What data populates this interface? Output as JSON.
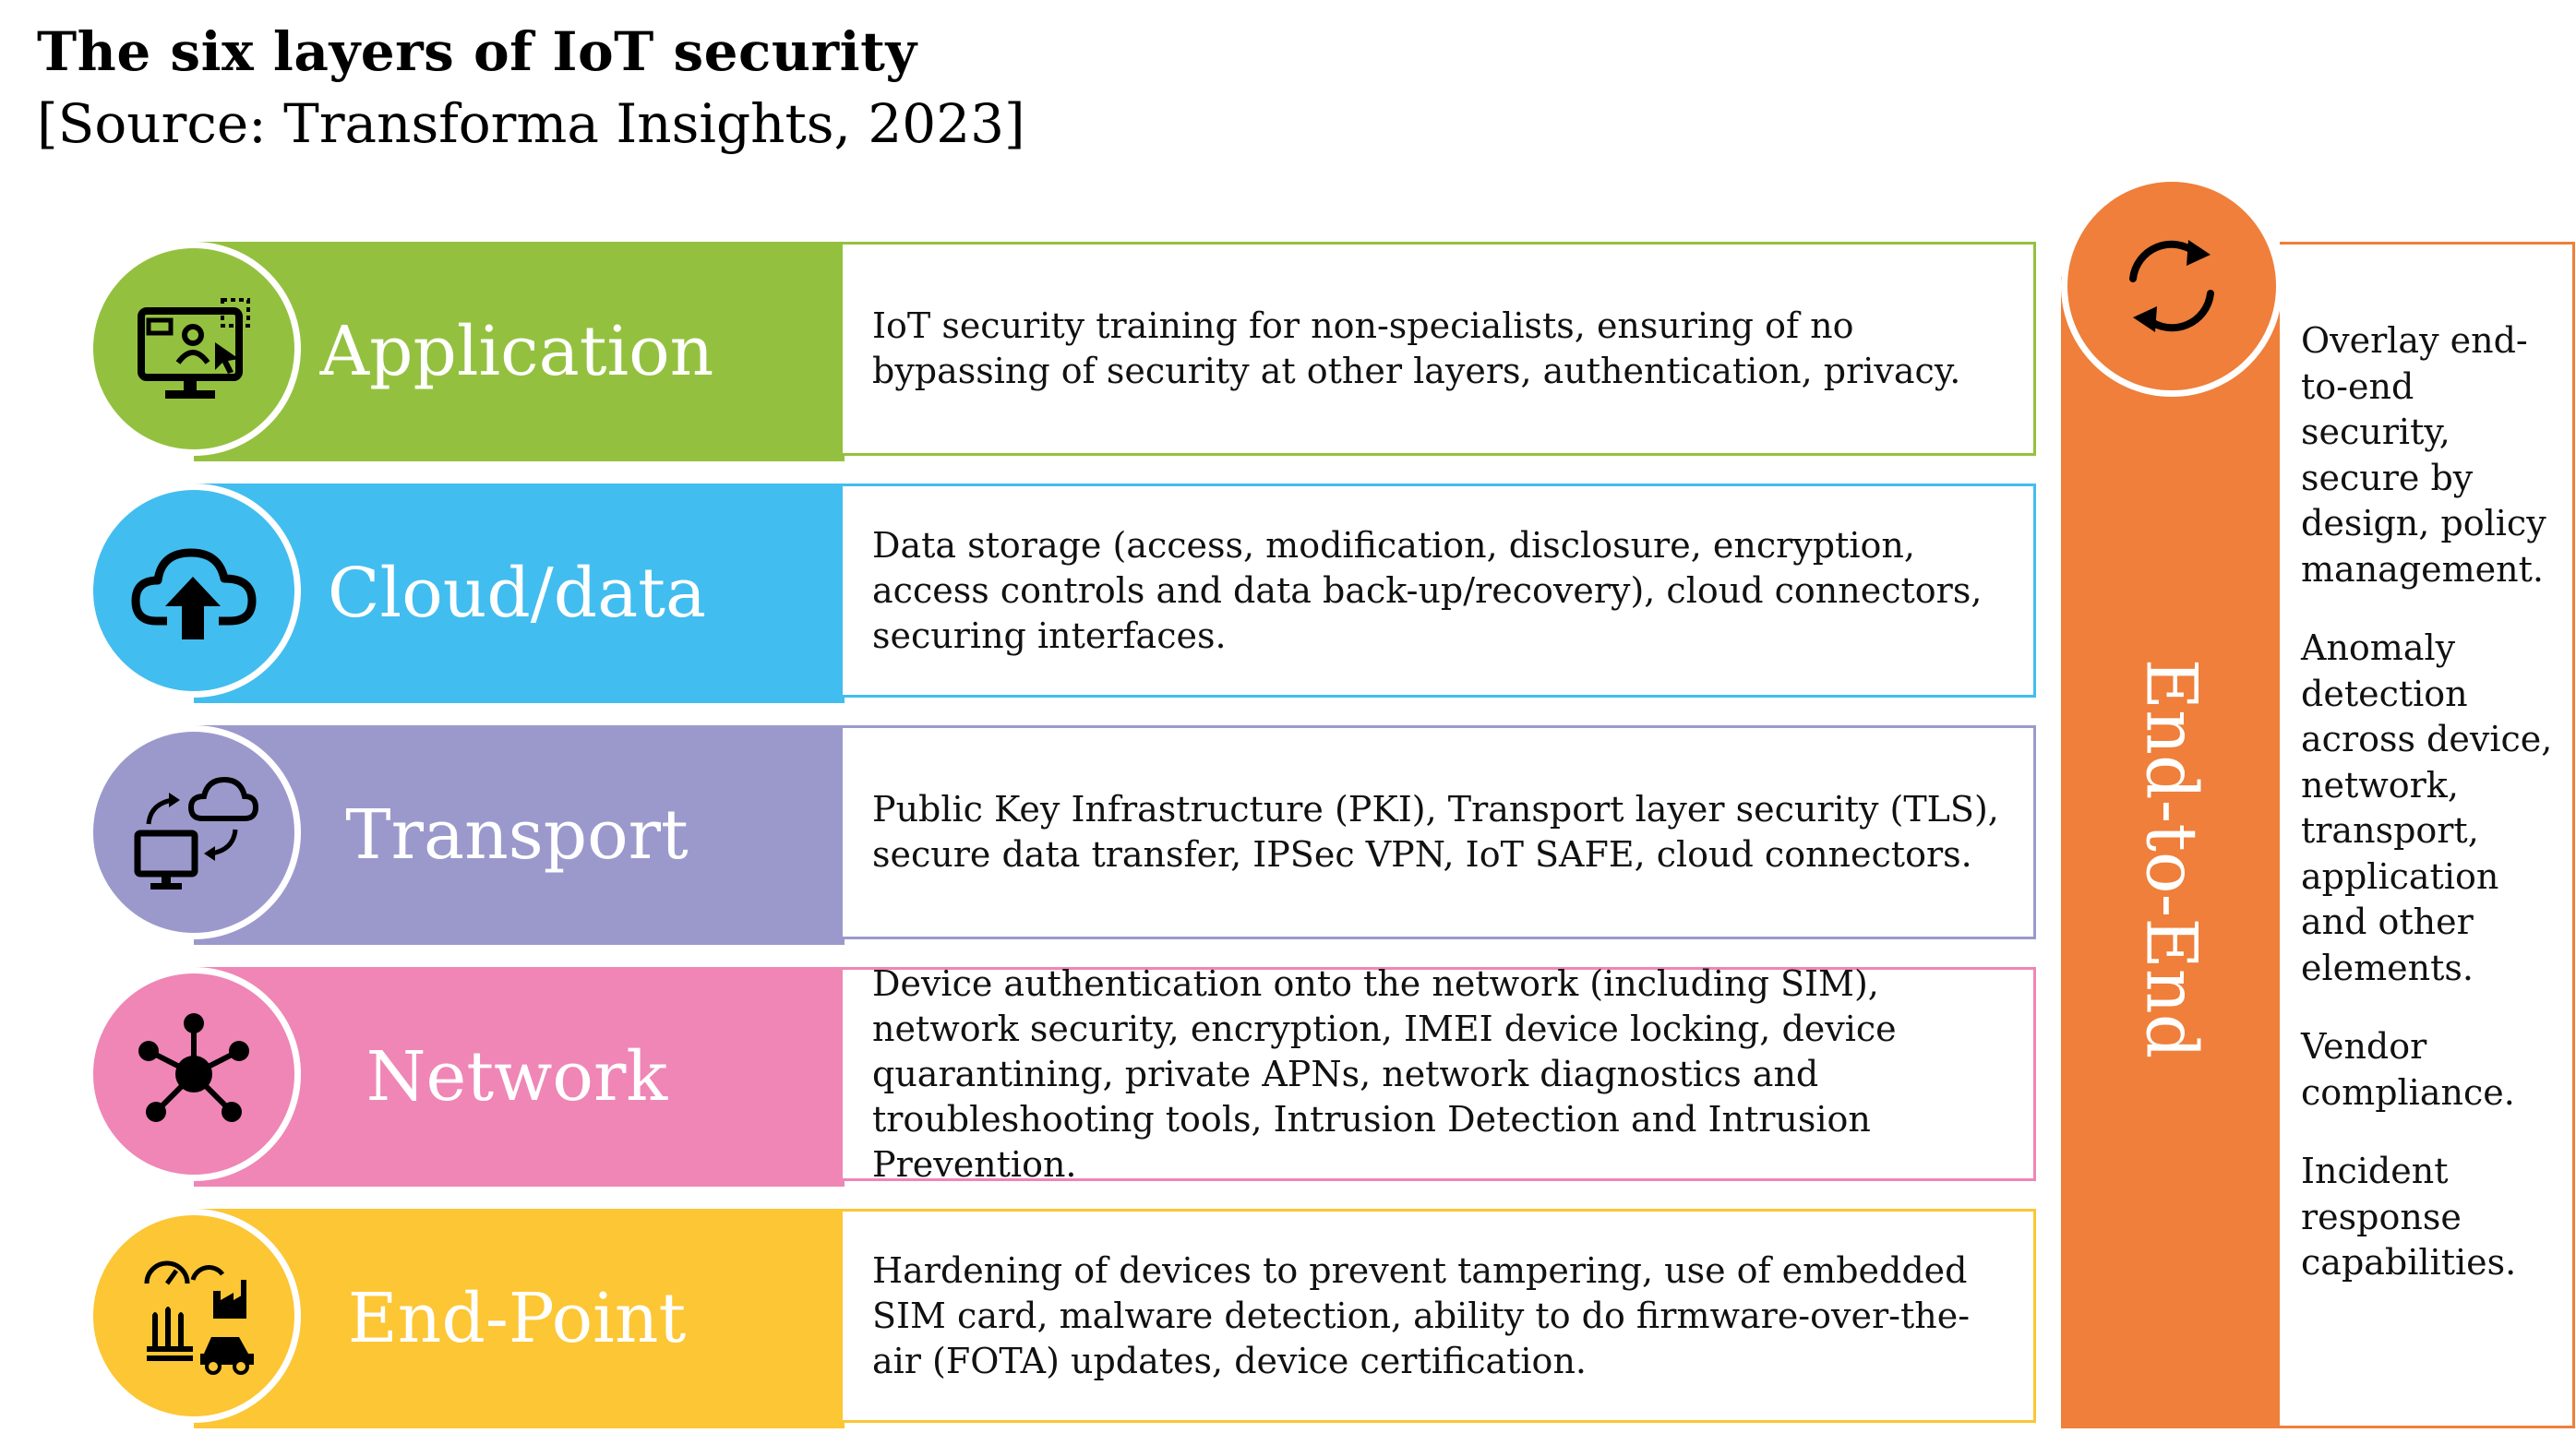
{
  "header": {
    "title": "The six layers of IoT security",
    "subtitle": "[Source: Transforma Insights, 2023]"
  },
  "colors": {
    "application": "#93c13f",
    "cloud": "#42bdef",
    "transport": "#9b99cc",
    "network": "#ef86b6",
    "endpoint": "#fcc634",
    "endtoend": "#ef7f3a"
  },
  "layers": [
    {
      "label": "Application",
      "icon": "monitor-user-icon",
      "description": "IoT security training for non-specialists, ensuring of no bypassing of security at other layers, authentication, privacy."
    },
    {
      "label": "Cloud/data",
      "icon": "cloud-upload-icon",
      "description": "Data storage (access, modification, disclosure, encryption, access controls and data back-up/recovery), cloud connectors, securing interfaces."
    },
    {
      "label": "Transport",
      "icon": "cloud-transfer-icon",
      "description": "Public Key Infrastructure (PKI), Transport layer security (TLS), secure data transfer, IPSec VPN, IoT SAFE, cloud connectors."
    },
    {
      "label": "Network",
      "icon": "network-hub-icon",
      "description": "Device authentication onto the network (including SIM), network security, encryption, IMEI device locking, device quarantining, private APNs, network diagnostics and troubleshooting tools, Intrusion Detection and Intrusion Prevention."
    },
    {
      "label": "End-Point",
      "icon": "devices-icon",
      "description": "Hardening of devices to prevent tampering, use of embedded SIM card, malware detection, ability to do firmware-over-the-air (FOTA) updates, device certification."
    }
  ],
  "end_to_end": {
    "label": "End-to-End",
    "icon": "cycle-arrows-icon",
    "items": [
      "Overlay end-to-end security, secure by design, policy management.",
      "Anomaly detection across device, network, transport, application and other elements.",
      "Vendor compliance.",
      "Incident response capabilities."
    ]
  }
}
